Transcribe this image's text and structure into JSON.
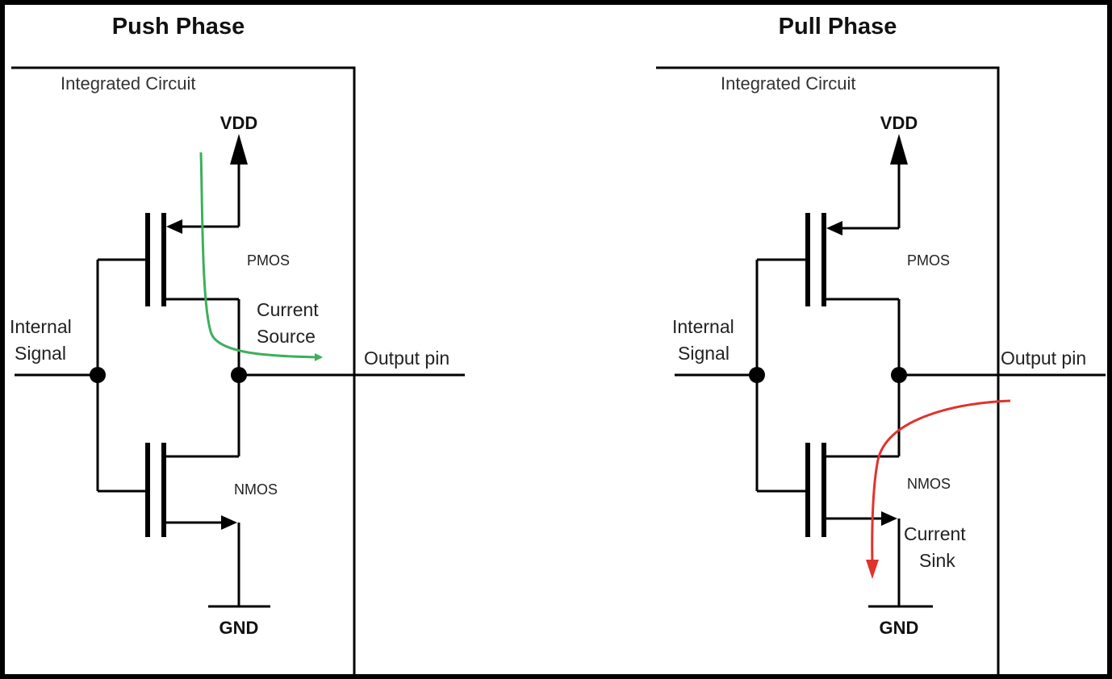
{
  "push": {
    "title": "Push Phase",
    "ic_label": "Integrated Circuit",
    "vdd": "VDD",
    "gnd": "GND",
    "pmos": "PMOS",
    "nmos": "NMOS",
    "input_line1": "Internal",
    "input_line2": "Signal",
    "output": "Output pin",
    "current_line1": "Current",
    "current_line2": "Source",
    "current_color": "#3cb05a"
  },
  "pull": {
    "title": "Pull Phase",
    "ic_label": "Integrated Circuit",
    "vdd": "VDD",
    "gnd": "GND",
    "pmos": "PMOS",
    "nmos": "NMOS",
    "input_line1": "Internal",
    "input_line2": "Signal",
    "output": "Output pin",
    "current_line1": "Current",
    "current_line2": "Sink",
    "current_color": "#e0332b"
  },
  "frame_color": "#000000"
}
